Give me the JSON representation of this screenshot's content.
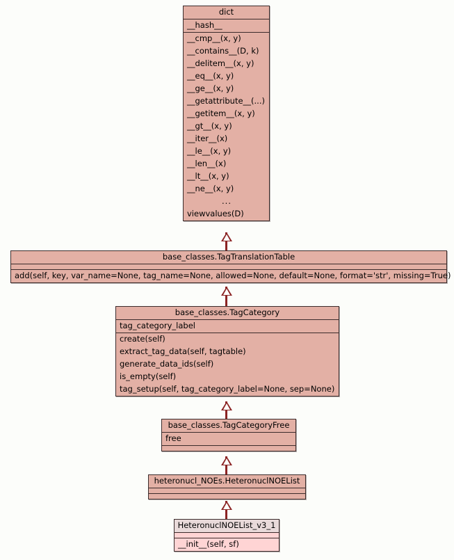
{
  "diagram": {
    "kind": "uml-class-diagram",
    "background_color": "#fcfdfa",
    "class_fill_color": "#e3b0a5",
    "focus_class_fill_color": "#ffd4d4",
    "border_color": "#3b2b2b",
    "relation_color": "#8b2323",
    "relation_type": "generalization"
  },
  "classes": [
    {
      "id": "dict",
      "name": "dict",
      "attributes": [
        "__hash__"
      ],
      "methods": [
        "__cmp__(x, y)",
        "__contains__(D, k)",
        "__delitem__(x, y)",
        "__eq__(x, y)",
        "__ge__(x, y)",
        "__getattribute__(...)",
        "__getitem__(x, y)",
        "__gt__(x, y)",
        "__iter__(x)",
        "__le__(x, y)",
        "__len__(x)",
        "__lt__(x, y)",
        "__ne__(x, y)",
        "...",
        "viewvalues(D)"
      ]
    },
    {
      "id": "tagtranslationtable",
      "name": "base_classes.TagTranslationTable",
      "attributes": [],
      "methods": [
        "add(self, key, var_name=None, tag_name=None, allowed=None, default=None, format='str', missing=True)"
      ]
    },
    {
      "id": "tagcategory",
      "name": "base_classes.TagCategory",
      "attributes": [
        "tag_category_label"
      ],
      "methods": [
        "create(self)",
        "extract_tag_data(self, tagtable)",
        "generate_data_ids(self)",
        "is_empty(self)",
        "tag_setup(self, tag_category_label=None, sep=None)"
      ]
    },
    {
      "id": "tagcategoryfree",
      "name": "base_classes.TagCategoryFree",
      "attributes": [
        "free"
      ],
      "methods": []
    },
    {
      "id": "heteronucinoelist",
      "name": "heteronucl_NOEs.HeteronuclNOEList",
      "attributes": [],
      "methods": []
    },
    {
      "id": "heteronucinoelist_v3_1",
      "name": "HeteronuclNOEList_v3_1",
      "attributes": [],
      "methods": [
        "__init__(self, sf)"
      ]
    }
  ],
  "relations": [
    {
      "from": "tagtranslationtable",
      "to": "dict",
      "label": "generalization"
    },
    {
      "from": "tagcategory",
      "to": "tagtranslationtable",
      "label": "generalization"
    },
    {
      "from": "tagcategoryfree",
      "to": "tagcategory",
      "label": "generalization"
    },
    {
      "from": "heteronucinoelist",
      "to": "tagcategoryfree",
      "label": "generalization"
    },
    {
      "from": "heteronucinoelist_v3_1",
      "to": "heteronucinoelist",
      "label": "generalization"
    }
  ]
}
